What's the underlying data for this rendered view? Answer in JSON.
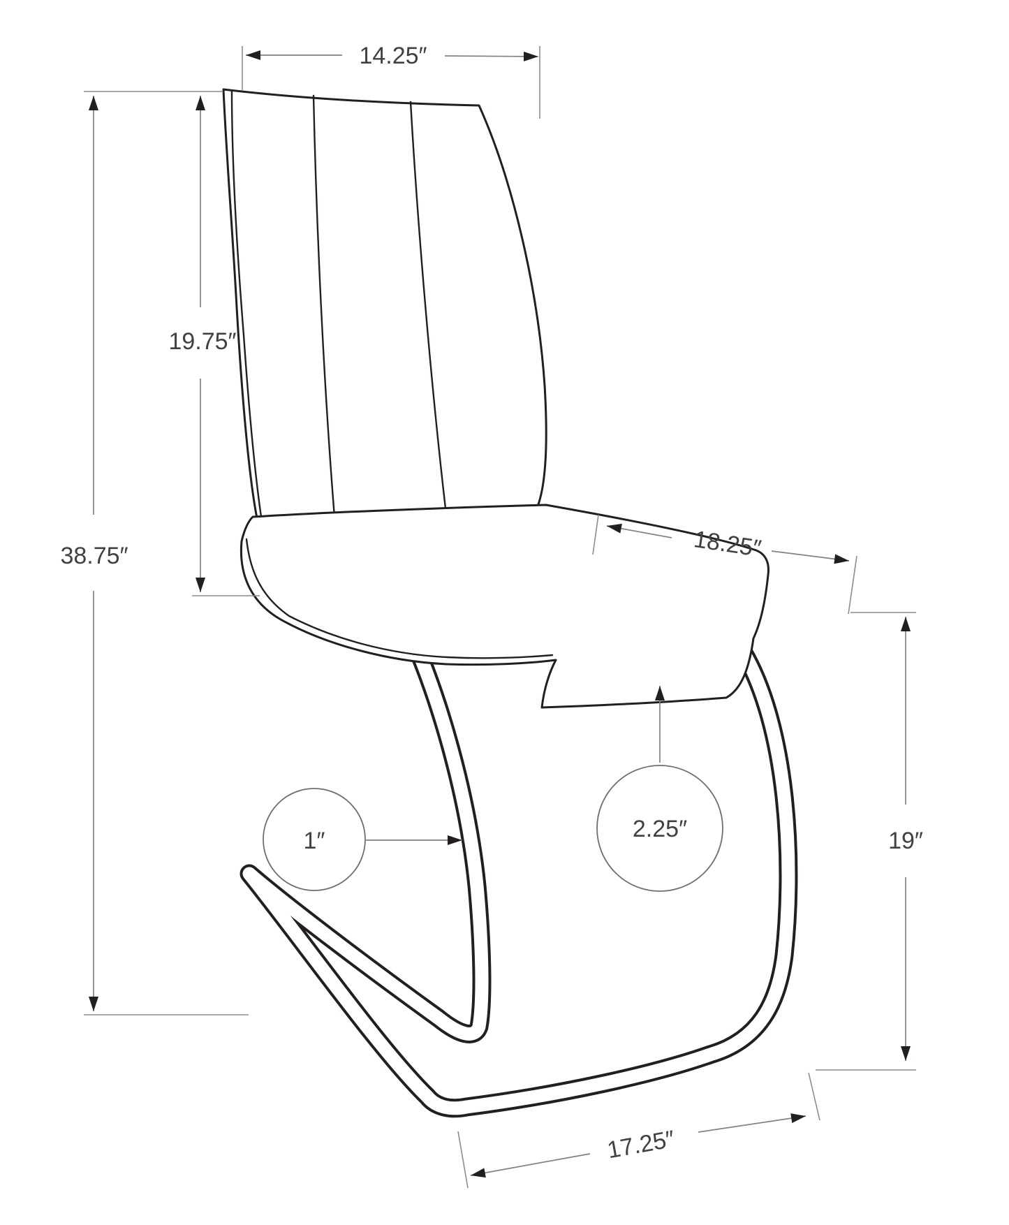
{
  "diagram": {
    "units": "inches",
    "colors": {
      "background": "#ffffff",
      "chair_line": "#231f20",
      "dimension_line": "#808285",
      "label_text": "#414042"
    },
    "labels": {
      "back_width": "14.25″",
      "back_height": "19.75″",
      "overall_height": "38.75″",
      "seat_depth": "18.25″",
      "seat_height": "19″",
      "base_length": "17.25″",
      "tube_diameter": "1″",
      "seat_thickness": "2.25″"
    },
    "values": {
      "back_width_in": 14.25,
      "back_height_in": 19.75,
      "overall_height_in": 38.75,
      "seat_depth_in": 18.25,
      "seat_height_in": 19,
      "base_length_in": 17.25,
      "tube_diameter_in": 1,
      "seat_thickness_in": 2.25
    }
  }
}
